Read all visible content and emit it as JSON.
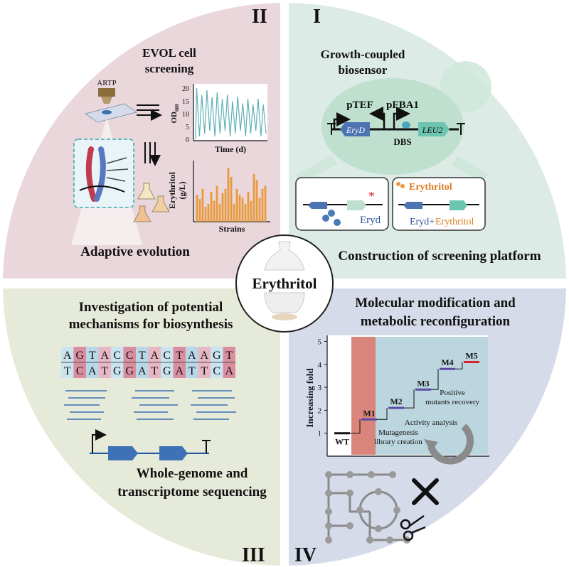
{
  "center": {
    "label": "Erythritol"
  },
  "quadrants": {
    "q1": {
      "roman": "I",
      "subtitle_line1": "Growth-coupled",
      "subtitle_line2": "biosensor",
      "promoter1": "pTEF",
      "promoter2": "pFBA1",
      "gene1": "EryD",
      "gene2": "LEU2",
      "site": "DBS",
      "box1_label": "Eryd",
      "box2_top": "Erythritol",
      "box2_bottom_a": "Eryd+",
      "box2_bottom_b": "Erythritol",
      "caption": "Construction of screening platform",
      "colors": {
        "bg": "#dcebe5",
        "cell": "#bfe0cf"
      }
    },
    "q2": {
      "roman": "II",
      "subtitle_line1": "EVOL cell",
      "subtitle_line2": "screening",
      "device": "ARTP",
      "od_label": "OD",
      "od_sub": "600",
      "od_ticks": [
        "20",
        "15",
        "10",
        "5",
        "0"
      ],
      "time_label": "Time (d)",
      "bar_ylabel_1": "Erythritol",
      "bar_ylabel_2": "(g/L)",
      "bar_xlabel": "Strains",
      "bar_values": [
        0.45,
        0.38,
        0.55,
        0.25,
        0.3,
        0.5,
        0.35,
        0.6,
        0.3,
        0.48,
        0.55,
        0.9,
        0.75,
        0.3,
        0.55,
        0.45,
        0.4,
        0.3,
        0.5,
        0.35,
        0.8,
        0.7,
        0.4,
        0.55,
        0.6
      ],
      "caption": "Adaptive evolution",
      "colors": {
        "bg": "#ead7dc",
        "bar": "#e89a3c"
      }
    },
    "q3": {
      "roman": "III",
      "title_line1": "Investigation of potential",
      "title_line2": "mechanisms for biosynthesis",
      "seq_top": [
        "A",
        "G",
        "T",
        "A",
        "C",
        "C",
        "T",
        "A",
        "C",
        "T",
        "A",
        "A",
        "G",
        "T"
      ],
      "seq_bottom": [
        "T",
        "C",
        "A",
        "T",
        "G",
        "G",
        "A",
        "T",
        "G",
        "A",
        "T",
        "T",
        "C",
        "A"
      ],
      "caption_line1": "Whole-genome and",
      "caption_line2": "transcriptome sequencing",
      "colors": {
        "bg": "#e6ead9"
      }
    },
    "q4": {
      "roman": "IV",
      "title_line1": "Molecular modification  and",
      "title_line2": "metabolic reconfiguration",
      "ylabel": "Increasing fold",
      "yticks": [
        "5",
        "4",
        "3",
        "2",
        "1"
      ],
      "steps": [
        {
          "label": "WT",
          "value": 1.0
        },
        {
          "label": "M1",
          "value": 1.6
        },
        {
          "label": "M2",
          "value": 2.1
        },
        {
          "label": "M3",
          "value": 2.9
        },
        {
          "label": "M4",
          "value": 3.8
        },
        {
          "label": "M5",
          "value": 4.1
        }
      ],
      "ann_mutagenesis_1": "Mutagenesis",
      "ann_mutagenesis_2": "library creation",
      "ann_positive_1": "Positive",
      "ann_positive_2": "mutants recovery",
      "ann_activity": "Activity analysis",
      "colors": {
        "bg": "#d6dbe9",
        "panel": "#bcd6df",
        "highlight": "#d9857c",
        "m5": "#d7262b",
        "step": "#5a4aa6"
      }
    }
  }
}
